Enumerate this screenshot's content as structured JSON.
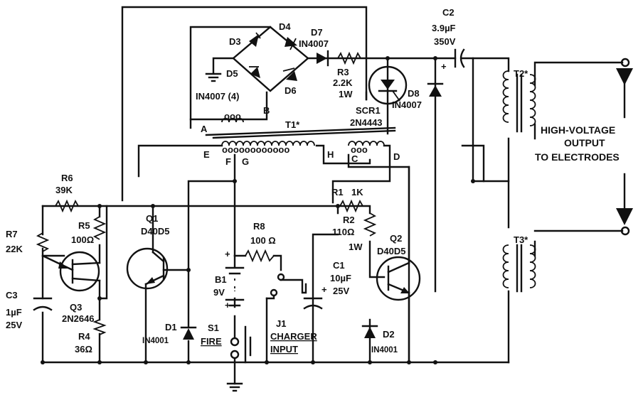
{
  "components": {
    "d3": "D3",
    "d4": "D4",
    "d5": "D5",
    "d6": "D6",
    "bridge_note": "IN4007 (4)",
    "d7_name": "D7",
    "d7_part": "IN4007",
    "r3_name": "R3",
    "r3_val": "2.2K",
    "r3_w": "1W",
    "c2_name": "C2",
    "c2_val": "3.9µF",
    "c2_v": "350V",
    "scr_name": "SCR1",
    "scr_part": "2N4443",
    "d8_name": "D8",
    "d8_part": "IN4007",
    "t1": "T1*",
    "t2": "T2*",
    "t3": "T3*",
    "out1": "HIGH-VOLTAGE",
    "out2": "OUTPUT",
    "out3": "TO ELECTRODES",
    "node_a": "A",
    "node_b": "B",
    "node_c": "C",
    "node_d": "D",
    "node_e": "E",
    "node_f": "F",
    "node_g": "G",
    "node_h": "H",
    "r6_name": "R6",
    "r6_val": "39K",
    "r7_name": "R7",
    "r7_val": "22K",
    "r5_name": "R5",
    "r5_val": "100Ω",
    "q1_name": "Q1",
    "q1_part": "D40D5",
    "r8_name": "R8",
    "r8_val": "100 Ω",
    "r1_name": "R1",
    "r1_val": "1K",
    "r2_name": "R2",
    "r2_val": "110Ω",
    "r2_w": "1W",
    "q2_name": "Q2",
    "q2_part": "D40D5",
    "c1_name": "C1",
    "c1_val": "10µF",
    "c1_v": "25V",
    "c3_name": "C3",
    "c3_val": "1µF",
    "c3_v": "25V",
    "q3_name": "Q3",
    "q3_part": "2N2646",
    "r4_name": "R4",
    "r4_val": "36Ω",
    "b1_name": "B1",
    "b1_val": "9V",
    "d1_name": "D1",
    "d1_part": "IN4001",
    "s1_name": "S1",
    "s1_label": "FIRE",
    "j1_name": "J1",
    "j1_l1": "CHARGER",
    "j1_l2": "INPUT",
    "d2_name": "D2",
    "d2_part": "IN4001",
    "plus": "+",
    "coil_dots": "ooo",
    "coil_dots_long": "oooooooooooo"
  }
}
